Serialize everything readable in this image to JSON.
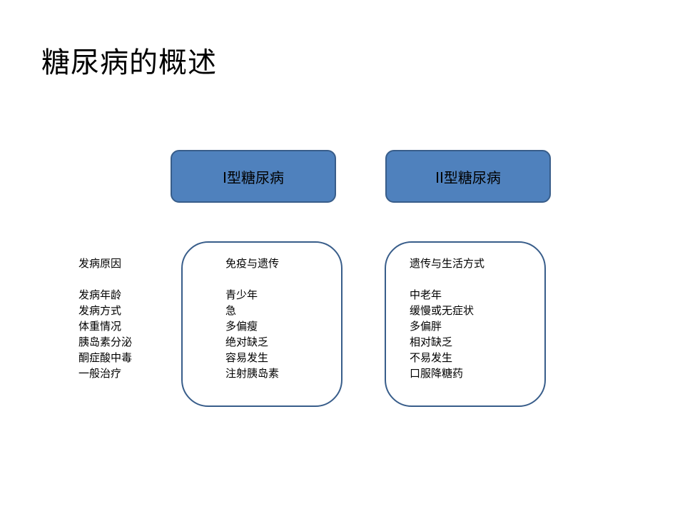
{
  "title": "糖尿病的概述",
  "types": [
    {
      "label": "I型糖尿病"
    },
    {
      "label": "II型糖尿病"
    }
  ],
  "rows": [
    {
      "label": "发病原因",
      "type1": "免疫与遗传",
      "type2": "遗传与生活方式"
    },
    {
      "label": "发病年龄",
      "type1": "青少年",
      "type2": "中老年"
    },
    {
      "label": "发病方式",
      "type1": "急",
      "type2": "缓慢或无症状"
    },
    {
      "label": "体重情况",
      "type1": "多偏瘦",
      "type2": "多偏胖"
    },
    {
      "label": "胰岛素分泌",
      "type1": "绝对缺乏",
      "type2": "相对缺乏"
    },
    {
      "label": "酮症酸中毒",
      "type1": "容易发生",
      "type2": "不易发生"
    },
    {
      "label": "一般治疗",
      "type1": "注射胰岛素",
      "type2": "口服降糖药"
    }
  ],
  "colors": {
    "header_fill": "#4f81bd",
    "border": "#385d8a"
  }
}
